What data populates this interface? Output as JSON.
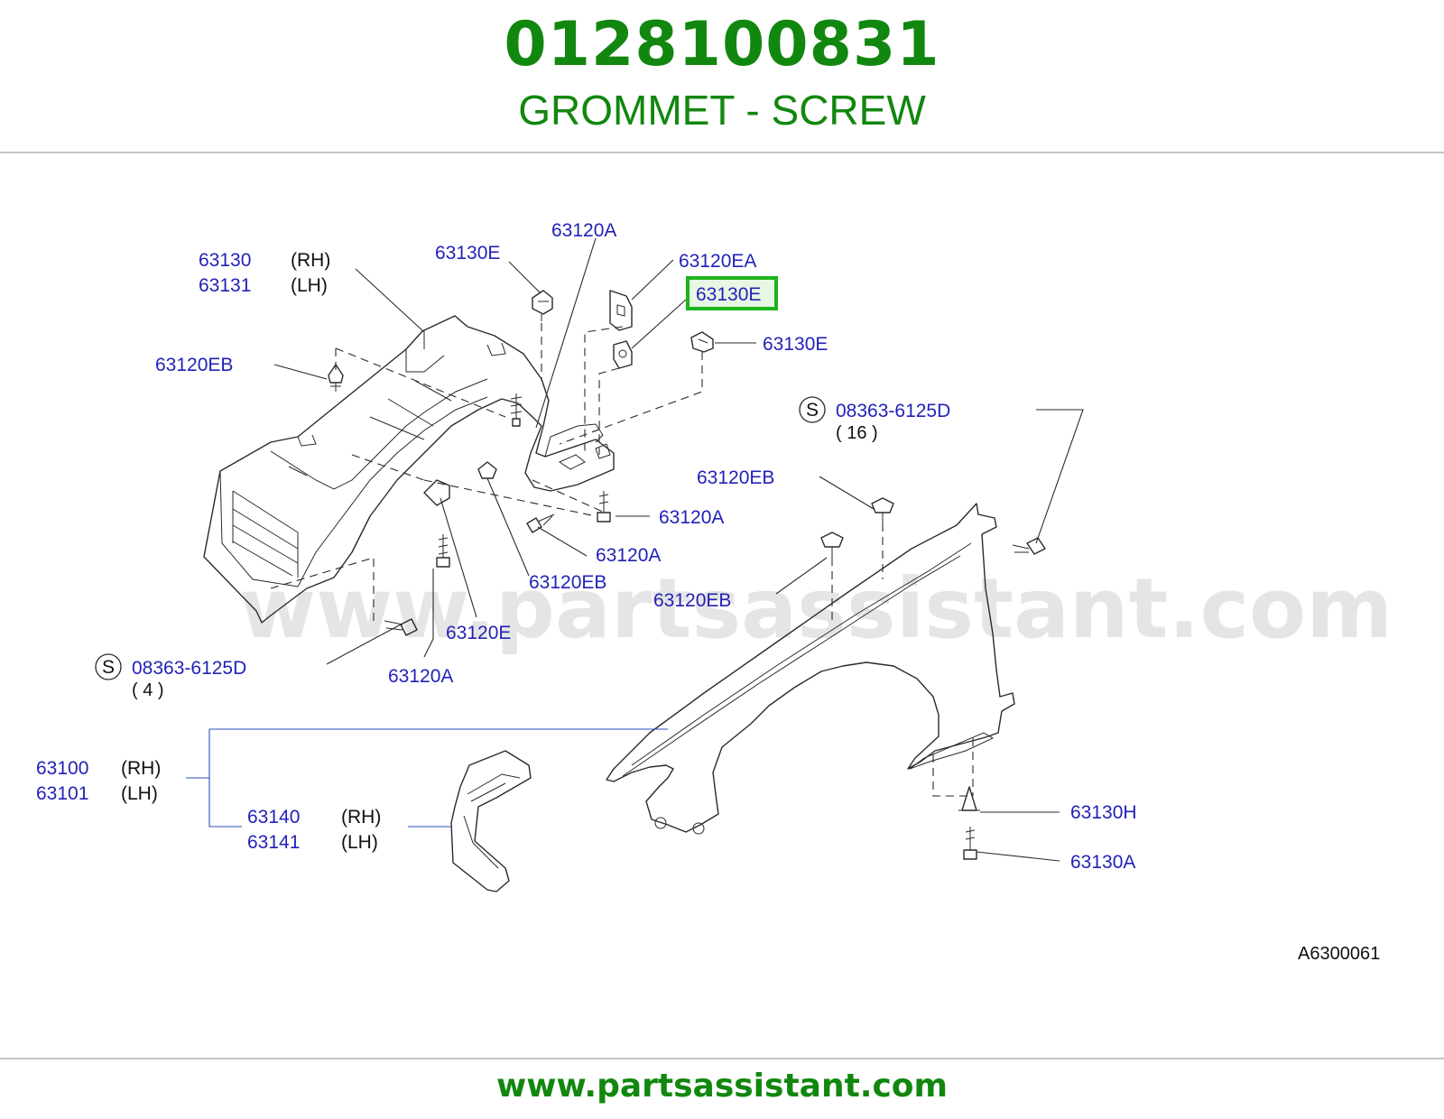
{
  "header": {
    "part_number": "0128100831",
    "part_name": "GROMMET - SCREW"
  },
  "diagram": {
    "watermark": "www.partsassistant.com",
    "figure_code": "A6300061",
    "highlighted_callout": "63130E",
    "callouts": {
      "c_63130": "63130",
      "c_63131": "63131",
      "c_63130E_a": "63130E",
      "c_63120A_a": "63120A",
      "c_63120EA": "63120EA",
      "c_63130E_hl": "63130E",
      "c_63130E_b": "63130E",
      "c_63120EB_a": "63120EB",
      "c_08363_a": "08363-6125D",
      "c_63120EB_b": "63120EB",
      "c_63120A_b": "63120A",
      "c_63120A_c": "63120A",
      "c_63120EB_c": "63120EB",
      "c_63120EB_d": "63120EB",
      "c_63120E": "63120E",
      "c_08363_b": "08363-6125D",
      "c_63120A_d": "63120A",
      "c_63100": "63100",
      "c_63101": "63101",
      "c_63140": "63140",
      "c_63141": "63141",
      "c_63130H": "63130H",
      "c_63130A": "63130A"
    },
    "sides": {
      "rh": "(RH)",
      "lh": "(LH)"
    },
    "quantities": {
      "q16": "(  16  )",
      "q4": "(  4  )"
    },
    "symbol_s": "S"
  },
  "footer": {
    "url": "www.partsassistant.com"
  }
}
